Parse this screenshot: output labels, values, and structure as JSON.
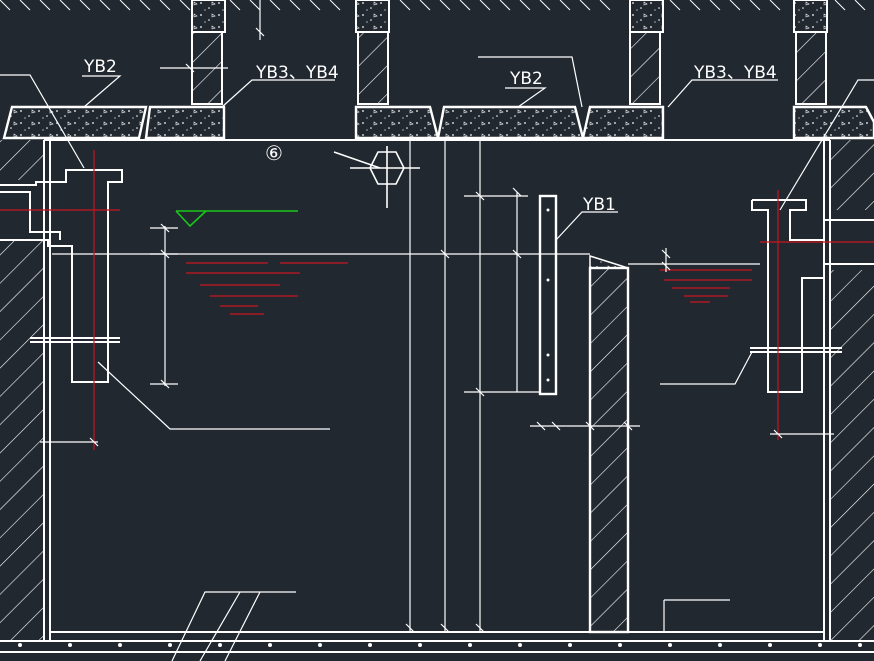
{
  "drawing": {
    "background": "#212830",
    "line_color": "#ffffff",
    "accent_red": "#c8141e",
    "water_level_color": "#19c819",
    "labels": {
      "yb2_left": "YB2",
      "yb34_left": "YB3、YB4",
      "yb2_mid": "YB2",
      "yb34_right": "YB3、YB4",
      "yb1": "YB1",
      "detail_mark": "⑥"
    }
  }
}
